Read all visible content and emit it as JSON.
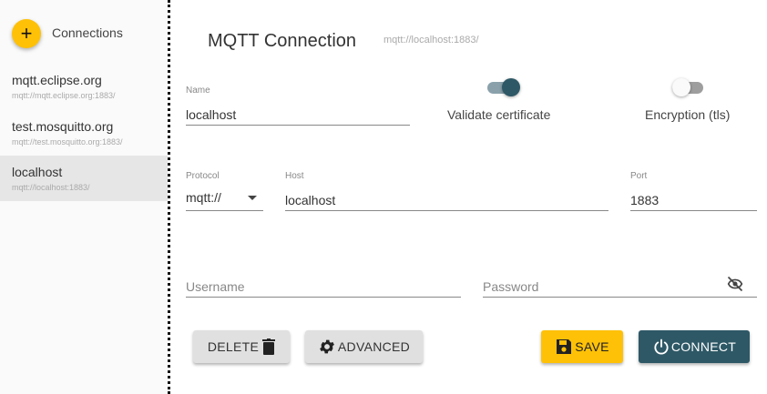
{
  "sidebar": {
    "add_icon": "plus-icon",
    "add_label": "+",
    "header": "Connections",
    "connections": [
      {
        "name": "mqtt.eclipse.org",
        "url": "mqtt://mqtt.eclipse.org:1883/"
      },
      {
        "name": "test.mosquitto.org",
        "url": "mqtt://test.mosquitto.org:1883/"
      },
      {
        "name": "localhost",
        "url": "mqtt://localhost:1883/",
        "active": true
      }
    ]
  },
  "main": {
    "title": "MQTT Connection",
    "subtitle": "mqtt://localhost:1883/",
    "name": {
      "label": "Name",
      "value": "localhost"
    },
    "validate_certificate": {
      "label": "Validate certificate",
      "on": true
    },
    "encryption": {
      "label": "Encryption (tls)",
      "on": false
    },
    "protocol": {
      "label": "Protocol",
      "value": "mqtt://"
    },
    "host": {
      "label": "Host",
      "value": "localhost"
    },
    "port": {
      "label": "Port",
      "value": "1883"
    },
    "username": {
      "placeholder": "Username",
      "value": ""
    },
    "password": {
      "placeholder": "Password",
      "value": "",
      "icon": "eye-off-icon"
    }
  },
  "buttons": {
    "delete": {
      "label": "DELETE",
      "icon": "trash-icon"
    },
    "advanced": {
      "label": "ADVANCED",
      "icon": "gear-icon"
    },
    "save": {
      "label": "SAVE",
      "icon": "floppy-disk-icon"
    },
    "connect": {
      "label": "CONNECT",
      "icon": "power-icon"
    }
  },
  "colors": {
    "accent": "#ffc107",
    "primary": "#2e5866",
    "sidebar_bg": "#fafafa",
    "active_item_bg": "#e6e6e6"
  }
}
